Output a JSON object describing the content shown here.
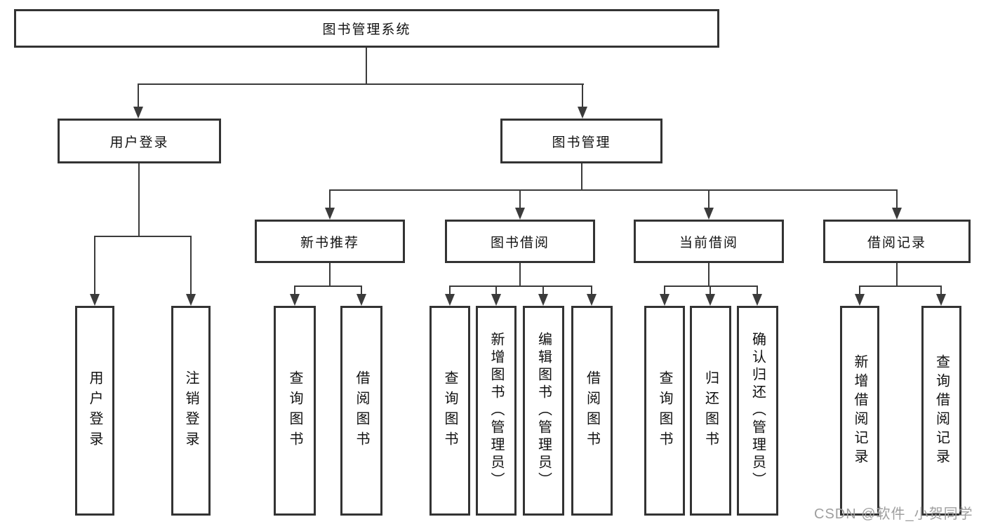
{
  "diagram": {
    "title": "图书管理系统",
    "branches": [
      {
        "label": "用户登录",
        "children": [
          {
            "label": "用户登录"
          },
          {
            "label": "注销登录"
          }
        ]
      },
      {
        "label": "图书管理",
        "children": [
          {
            "label": "新书推荐",
            "children": [
              {
                "label": "查询图书"
              },
              {
                "label": "借阅图书"
              }
            ]
          },
          {
            "label": "图书借阅",
            "children": [
              {
                "label": "查询图书"
              },
              {
                "label": "新增图书（管理员）"
              },
              {
                "label": "编辑图书（管理员）"
              },
              {
                "label": "借阅图书"
              }
            ]
          },
          {
            "label": "当前借阅",
            "children": [
              {
                "label": "查询图书"
              },
              {
                "label": "归还图书"
              },
              {
                "label": "确认归还（管理员）"
              }
            ]
          },
          {
            "label": "借阅记录",
            "children": [
              {
                "label": "新增借阅记录"
              },
              {
                "label": "查询借阅记录"
              }
            ]
          }
        ]
      }
    ]
  },
  "watermark": "CSDN @软件_小贺同学",
  "colors": {
    "background": "#ffffff",
    "box_border": "#333333",
    "line": "#3b3b3b",
    "text": "#111111",
    "watermark": "#9f9f9f"
  }
}
